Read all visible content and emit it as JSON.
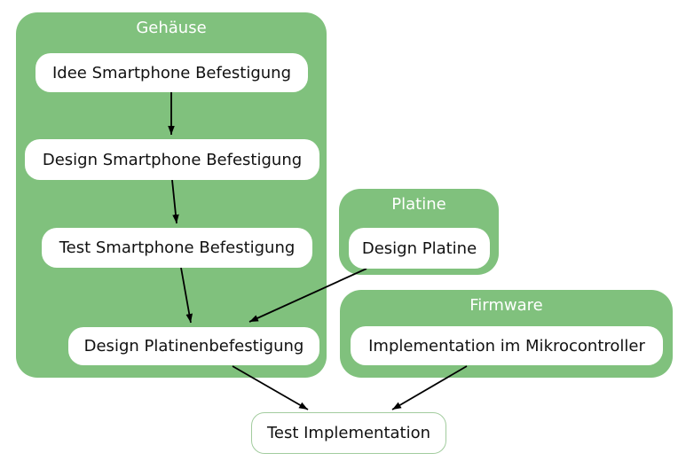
{
  "diagram": {
    "title": "",
    "clusters": [
      {
        "label": "Gehäuse"
      },
      {
        "label": "Platine"
      },
      {
        "label": "Firmware"
      }
    ],
    "nodes": [
      {
        "label": "Idee Smartphone Befestigung"
      },
      {
        "label": "Design Smartphone Befestigung"
      },
      {
        "label": "Test Smartphone Befestigung"
      },
      {
        "label": "Design Platinenbefestigung"
      },
      {
        "label": "Design Platine"
      },
      {
        "label": "Implementation im Mikrocontroller"
      },
      {
        "label": "Test Implementation"
      }
    ],
    "edges": [
      {
        "from": "Idee Smartphone Befestigung",
        "to": "Design Smartphone Befestigung"
      },
      {
        "from": "Design Smartphone Befestigung",
        "to": "Test Smartphone Befestigung"
      },
      {
        "from": "Test Smartphone Befestigung",
        "to": "Design Platinenbefestigung"
      },
      {
        "from": "Design Platine",
        "to": "Design Platinenbefestigung"
      },
      {
        "from": "Design Platinenbefestigung",
        "to": "Test Implementation"
      },
      {
        "from": "Implementation im Mikrocontroller",
        "to": "Test Implementation"
      }
    ],
    "colors": {
      "background": "#ffffff",
      "cluster_fill": "#80c17d",
      "cluster_label": "#ffffff",
      "node_fill": "#ffffff",
      "node_text": "#111111",
      "edge": "#000000",
      "final_node_border": "#a2cc9e"
    }
  }
}
